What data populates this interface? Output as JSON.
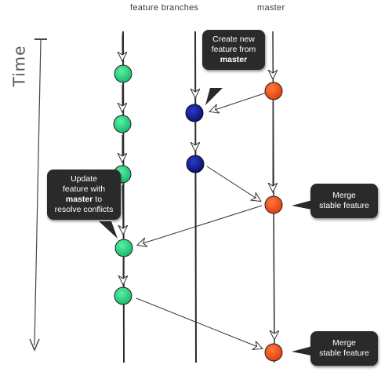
{
  "lanes": {
    "feature_branches": "feature branches",
    "master": "master"
  },
  "axis": {
    "time_label": "Time"
  },
  "callouts": {
    "create": {
      "line1": "Create new",
      "line2": "feature from",
      "strong": "master"
    },
    "update": {
      "line1": "Update",
      "line2_pre": "feature with",
      "strong": "master",
      "line3_post": "to",
      "line4": "resolve conflicts"
    },
    "merge1": {
      "line1": "Merge",
      "line2": "stable feature"
    },
    "merge2": {
      "line1": "Merge",
      "line2": "stable feature"
    }
  },
  "colors": {
    "feature_a": "#1fce7c",
    "feature_b": "#0c1a8c",
    "master": "#f3480f",
    "line": "#2a2a2a",
    "callout_bg": "#2a2a2a"
  }
}
